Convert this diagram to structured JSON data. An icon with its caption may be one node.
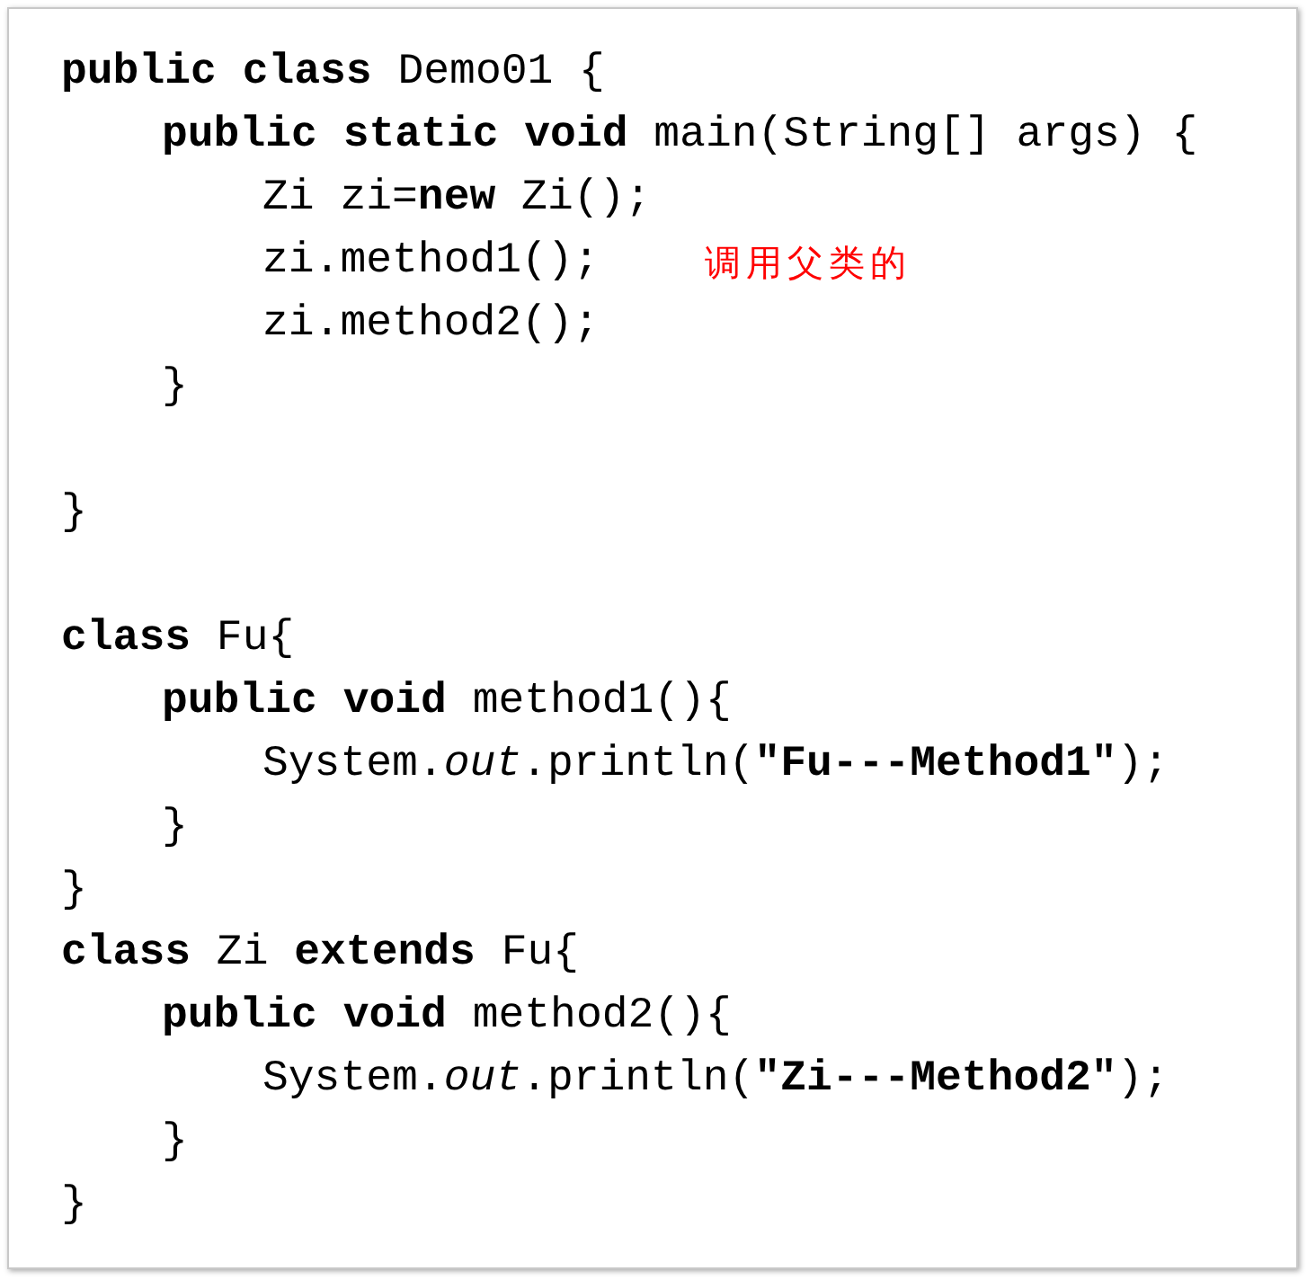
{
  "diagram": {
    "labels": [
      "**public class** Demo01 {",
      "**public static void** main(String[] args) {",
      "Zi zi=**new** Zi();",
      "zi.method1();",
      "调用父类的",
      "zi.method2();",
      "}",
      "}",
      "**class** Fu{",
      "**public void** method1(){",
      "System.*out*.println(**\"Fu---Method1\"**);",
      "}",
      "}",
      "**class** Zi **extends** Fu{",
      "**public void** method2(){",
      "System.*out*.println(**\"Zi---Method2\"**);",
      "}",
      "}"
    ]
  }
}
